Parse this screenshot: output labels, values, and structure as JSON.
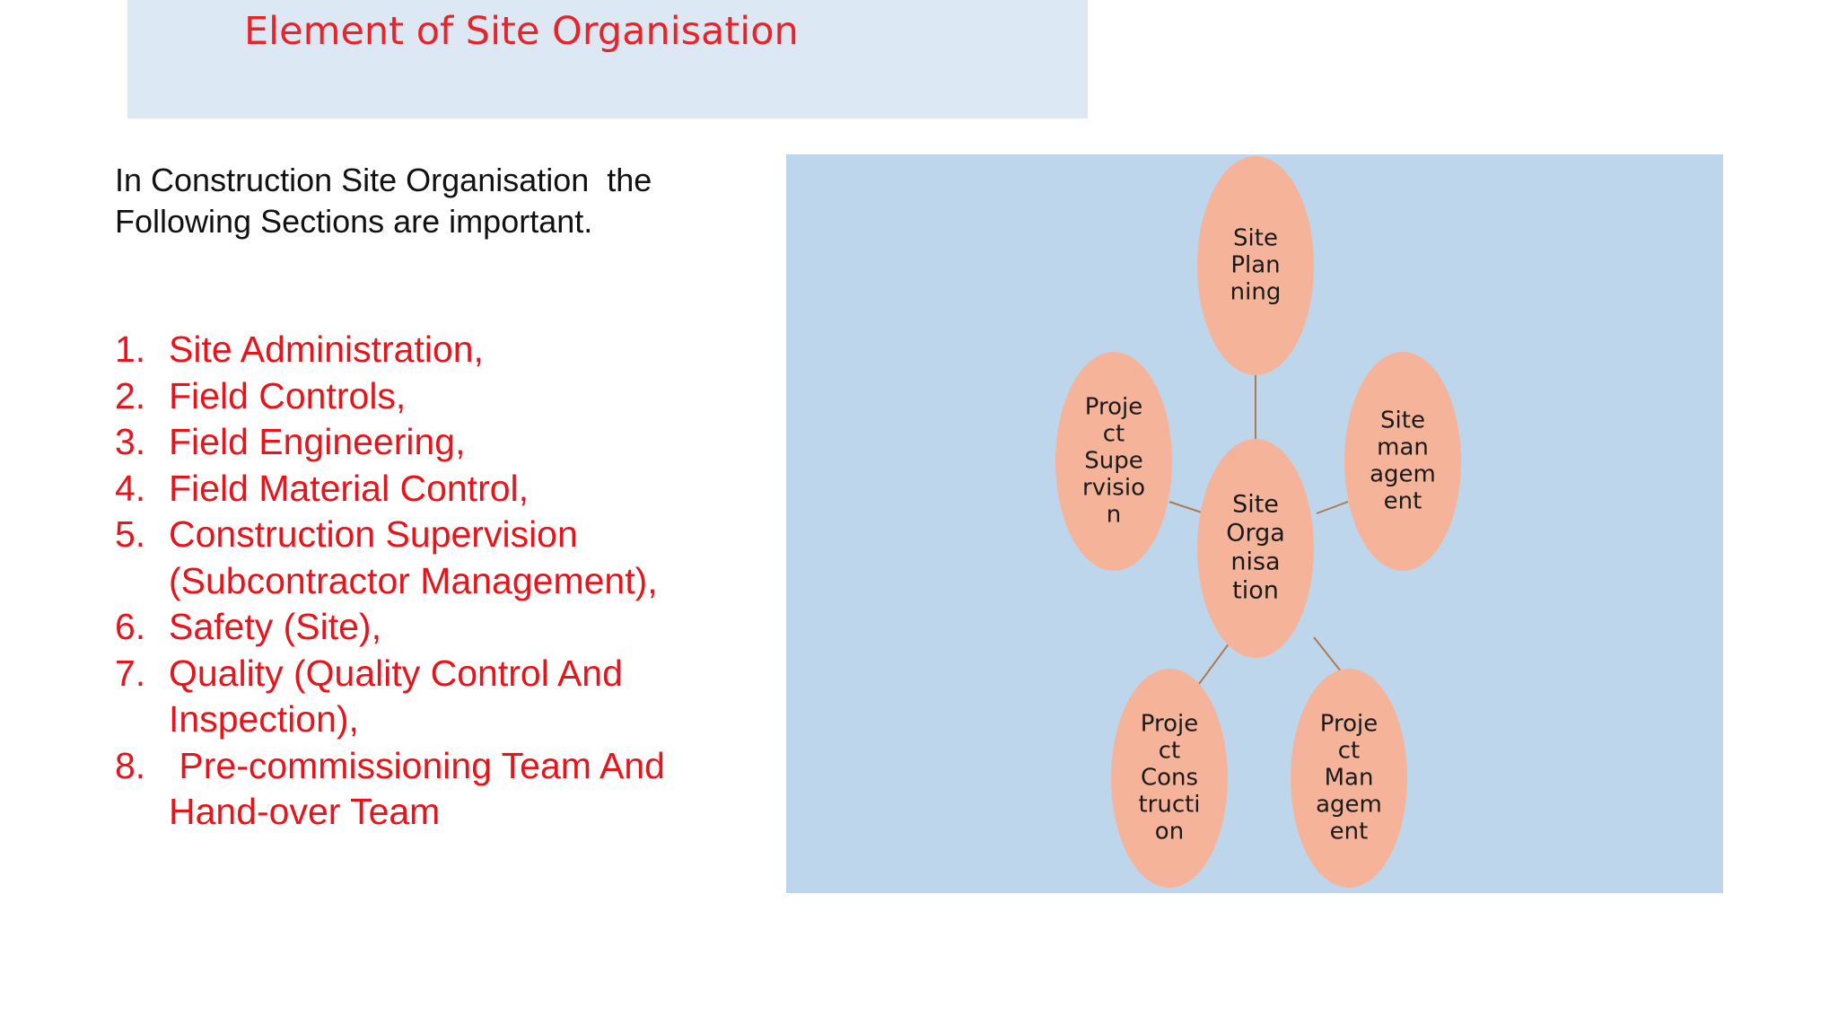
{
  "slide": {
    "title": "Element of Site Organisation",
    "intro_lines": [
      "In Construction Site Organisation  the",
      "Following Sections are important."
    ],
    "sections": [
      {
        "num": "1.",
        "lines": [
          "Site Administration,"
        ]
      },
      {
        "num": "2.",
        "lines": [
          "Field Controls,"
        ]
      },
      {
        "num": "3.",
        "lines": [
          "Field Engineering,"
        ]
      },
      {
        "num": "4.",
        "lines": [
          "Field Material Control,"
        ]
      },
      {
        "num": "5.",
        "lines": [
          "Construction Supervision",
          "(Subcontractor Management),"
        ]
      },
      {
        "num": "6.",
        "lines": [
          "Safety (Site),"
        ]
      },
      {
        "num": "7.",
        "lines": [
          "Quality (Quality Control And",
          "Inspection),"
        ]
      },
      {
        "num": "8.",
        "lines": [
          " Pre-commissioning Team And",
          "Hand-over Team"
        ]
      }
    ]
  },
  "diagram": {
    "colors": {
      "panel": "#bdd6ec",
      "node_fill": "#f5b49a",
      "connector": "#b07a4e",
      "list_text": "#e8141b",
      "title_text": "#e8232a"
    },
    "center": {
      "id": "site-organisation",
      "lines": [
        "Site",
        "Orga",
        "nisa",
        "tion"
      ]
    },
    "nodes": [
      {
        "id": "site-planning",
        "lines": [
          "Site",
          "Plan",
          "ning"
        ]
      },
      {
        "id": "site-management",
        "lines": [
          "Site",
          "man",
          "agem",
          "ent"
        ]
      },
      {
        "id": "project-management",
        "lines": [
          "Proje",
          "ct",
          "Man",
          "agem",
          "ent"
        ]
      },
      {
        "id": "project-construction",
        "lines": [
          "Proje",
          "ct",
          "Cons",
          "tructi",
          "on"
        ]
      },
      {
        "id": "project-supervision",
        "lines": [
          "Proje",
          "ct",
          "Supe",
          "rvisio",
          "n"
        ]
      }
    ]
  }
}
